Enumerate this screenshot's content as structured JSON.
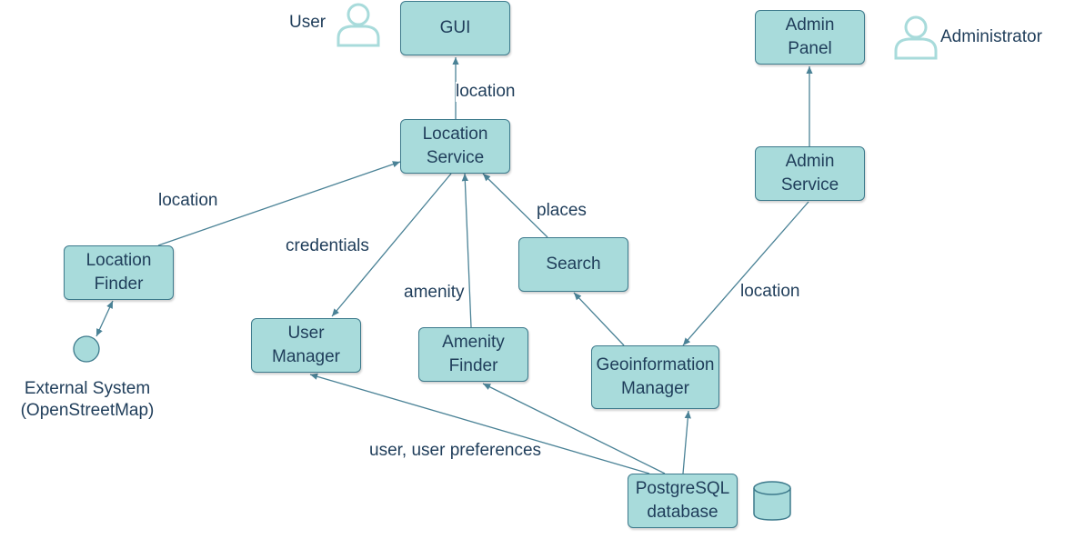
{
  "colors": {
    "box_fill": "#a8dbdb",
    "box_border": "#3d7a8c",
    "edge": "#4a8296",
    "text": "#1f3d5a",
    "actor_icon": "#a8dbdb"
  },
  "actors": {
    "user": {
      "label": "User",
      "icon": "person-icon"
    },
    "administrator": {
      "label": "Administrator",
      "icon": "person-icon"
    }
  },
  "nodes": {
    "gui": "GUI",
    "admin_panel": "Admin\nPanel",
    "location_service": "Location\nService",
    "admin_service": "Admin\nService",
    "location_finder": "Location\nFinder",
    "search": "Search",
    "user_manager": "User\nManager",
    "amenity_finder": "Amenity\nFinder",
    "geoinformation_manager": "Geoinformation\nManager",
    "postgresql_database": "PostgreSQL\ndatabase"
  },
  "external_system": {
    "label": "External System\n(OpenStreetMap)",
    "icon": "circle-icon"
  },
  "database_icon": "cylinder-icon",
  "edge_labels": {
    "service_to_gui": "location",
    "finder_to_service": "location",
    "service_to_user_manager": "credentials",
    "amenity_to_service": "amenity",
    "search_to_service": "places",
    "admin_service_to_geo": "location",
    "db_to_user_manager": "user, user preferences"
  }
}
